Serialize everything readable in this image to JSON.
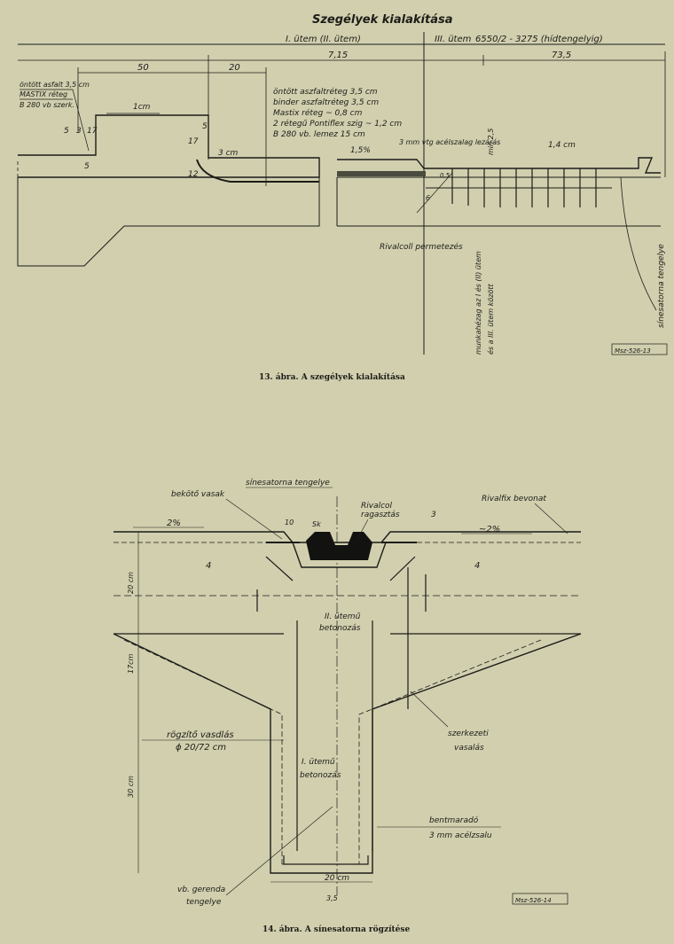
{
  "figure13": {
    "title": "Szegélyek kialakítása",
    "stage1": "I. ütem (II. ütem)",
    "stage3": "III. ütem",
    "stage3_formula": "6550/2 - 3275 (hídtengelyig)",
    "dim_715": "7,15",
    "dim_735": "73,5",
    "dim_50": "50",
    "dim_20": "20",
    "dim_1cm": "1cm",
    "dim_3cm": "3 cm",
    "dim_14cm": "1,4 cm",
    "left_label_1": "öntött asfalt 3,5 cm",
    "left_label_2": "MASTIX réteg",
    "left_label_3": "B 280 vb szerk.",
    "dims_left": [
      "5",
      "3",
      "17",
      "5"
    ],
    "dims_mid": [
      "17",
      "12",
      "5"
    ],
    "layers": [
      "öntött aszfaltréteg  3,5 cm",
      "binder aszfaltréteg  3,5 cm",
      "Mastix réteg        ~ 0,8 cm",
      "2 rétegű Pontiflex szig ~ 1,2 cm",
      "B 280  vb. lemez       15 cm"
    ],
    "slope": "1,5%",
    "steel_strip": "3 mm vtg acélszalag lezárás",
    "min": "min 2,5",
    "dim_6": "6",
    "dim_05": "0,5",
    "rivalcoll": "Rivalcoll permetezés",
    "work_joint_1": "munkahézag az I és (II) ütem",
    "work_joint_2": "és a III. ütem között",
    "rail_axis": "sínesatorna tengelye",
    "stamp": "Msz-526-13",
    "caption": "13. ábra. A szegélyek kialakítása"
  },
  "figure14": {
    "rail_axis": "sínesatorna tengelye",
    "bekoto": "bekötő vasak",
    "rivalcol_1": "Rivalcol",
    "rivalcol_2": "ragasztás",
    "rivalfix": "Rivalfix bevonat",
    "slope_left": "2%",
    "slope_right": "~2%",
    "sk": "Sk",
    "dim_10": "10",
    "dim_3": "3",
    "angle_left": "4",
    "angle_right": "4",
    "dim_20cm": "20 cm",
    "dim_17cm": "17cm",
    "dim_30cm": "30 cm",
    "stage2_1": "II. ütemű",
    "stage2_2": "betonozás",
    "anchor_1": "rögzítő vasdlás",
    "anchor_2": "ϕ 20/72 cm",
    "stage1_1": "I. ütemű",
    "stage1_2": "betonozás",
    "structural_1": "szerkezeti",
    "structural_2": "vasalás",
    "formwork_1": "bentmaradó",
    "formwork_2": "3 mm acélzsalu",
    "beam_1": "vb. gerenda",
    "beam_2": "tengelye",
    "dim_bottom": "20 cm",
    "dim_35": "3,5",
    "stamp": "Msz-526-14",
    "caption": "14. ábra. A sínesatorna rögzítése"
  }
}
